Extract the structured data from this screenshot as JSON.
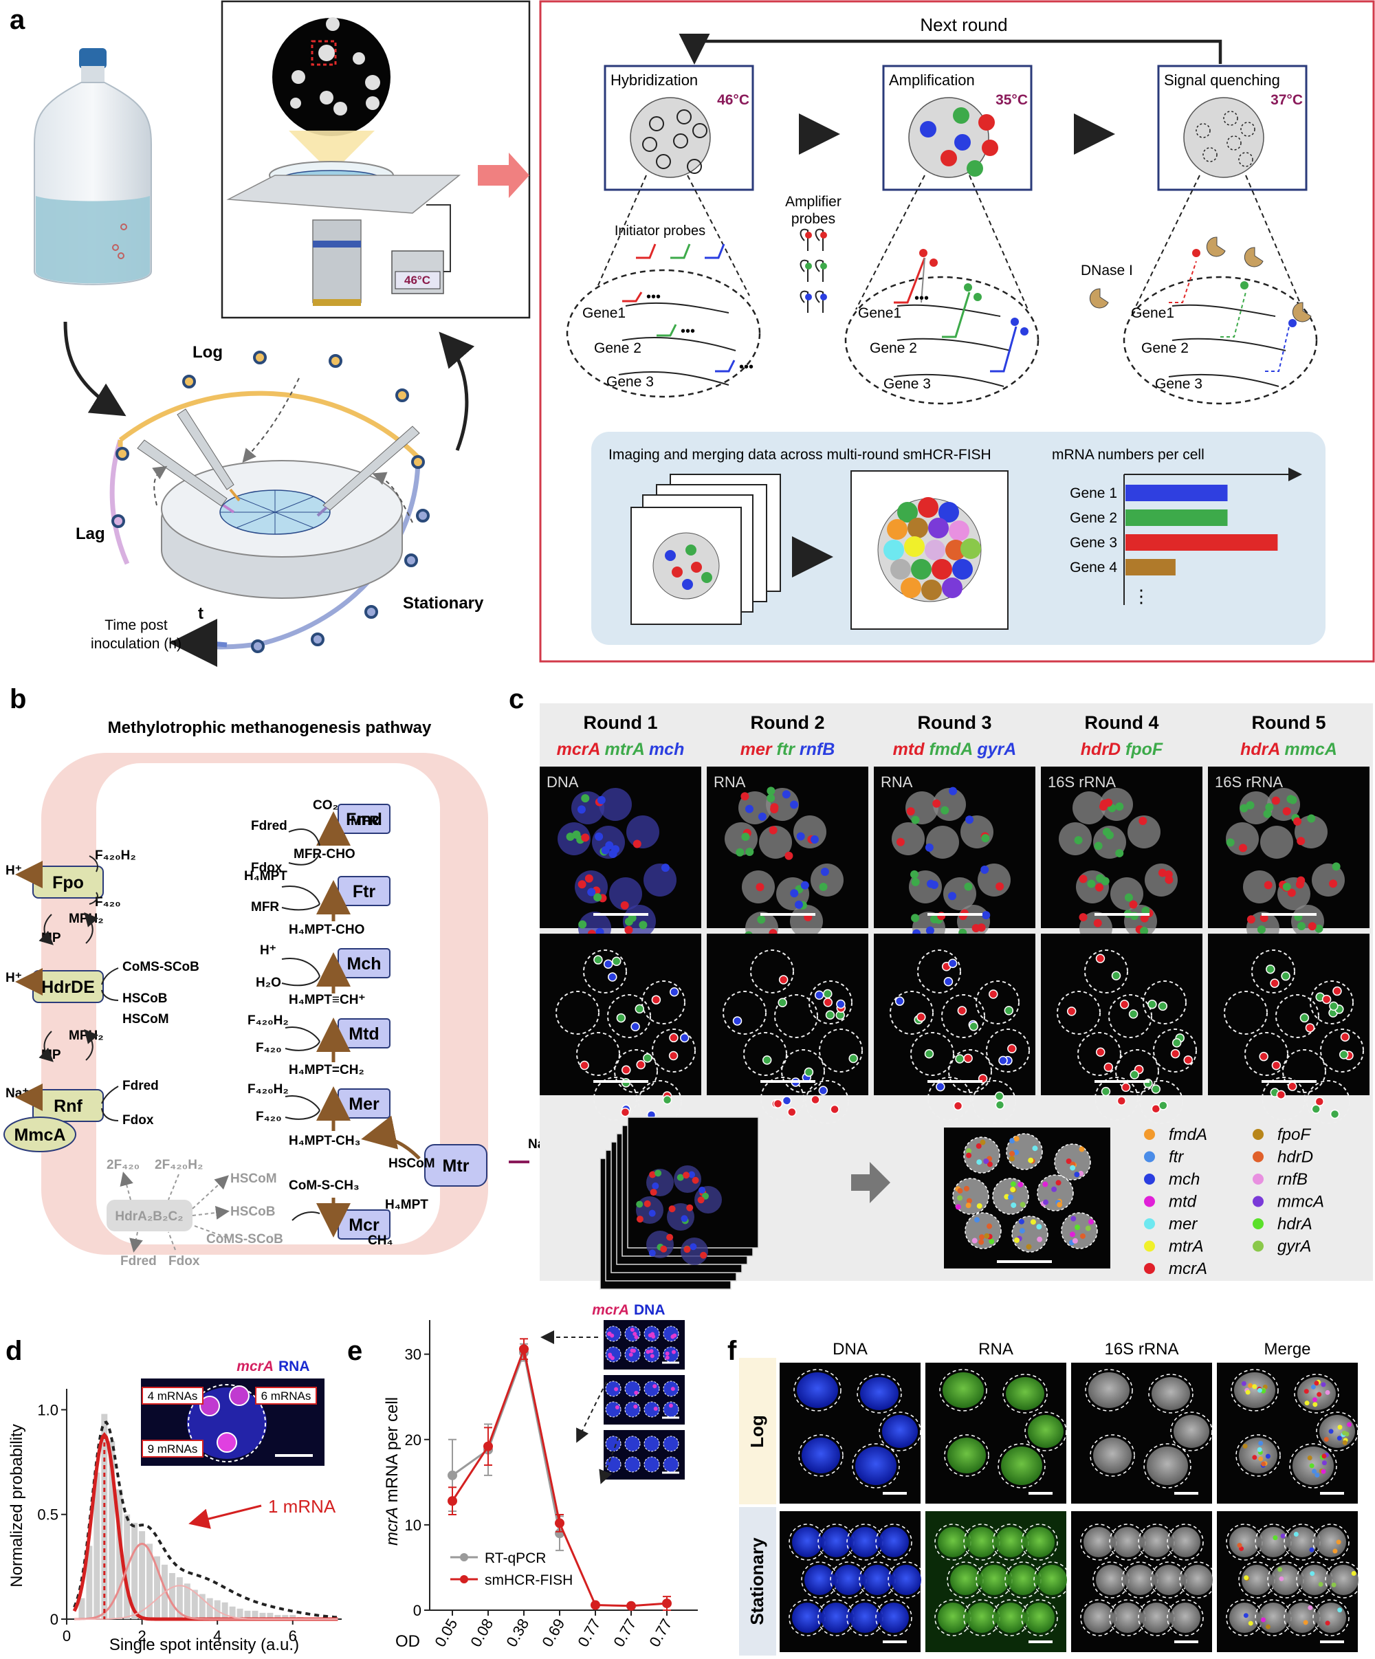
{
  "panels": {
    "a": "a",
    "b": "b",
    "c": "c",
    "d": "d",
    "e": "e",
    "f": "f"
  },
  "a": {
    "heater_temp": "46°C",
    "growth": {
      "log": "Log",
      "lag": "Lag",
      "stationary": "Stationary",
      "t": "t",
      "time_line1": "Time post",
      "time_line2": "inoculation (h)"
    },
    "next_round": "Next round",
    "steps": [
      {
        "title": "Hybridization",
        "temp": "46°C"
      },
      {
        "title": "Amplification",
        "temp": "35°C"
      },
      {
        "title": "Signal quenching",
        "temp": "37°C"
      }
    ],
    "initiator_probes": "Initiator probes",
    "amplifier_line1": "Amplifier",
    "amplifier_line2": "probes",
    "dnase": "DNase I",
    "genes": [
      "Gene1",
      "Gene 2",
      "Gene 3"
    ],
    "imaging_title": "Imaging and merging data across multi-round smHCR-FISH",
    "mrna_title": "mRNA numbers per cell",
    "bars": [
      {
        "label": "Gene 1",
        "value": 0.55,
        "color": "#2f3fe0"
      },
      {
        "label": "Gene 2",
        "value": 0.55,
        "color": "#3daa4a"
      },
      {
        "label": "Gene 3",
        "value": 0.82,
        "color": "#e02828"
      },
      {
        "label": "Gene 4",
        "value": 0.27,
        "color": "#b07a2a"
      }
    ],
    "ellipsis": "⋮"
  },
  "b": {
    "title": "Methylotrophic methanogenesis pathway",
    "enzymes": [
      "Fmd",
      "Ftr",
      "Mch",
      "Mtd",
      "Mer",
      "Mcr",
      "Mtr",
      "Fpo",
      "HdrDE",
      "Rnf",
      "MmcA"
    ],
    "compounds": {
      "co2": "CO₂",
      "mfr": "MFR",
      "fd_red": "Fdred",
      "fd_ox": "Fdox",
      "mfr_cho": "MFR-CHO",
      "h4mpt": "H₄MPT",
      "mfr2": "MFR",
      "h4mpt_cho": "H₄MPT-CHO",
      "h_plus": "H⁺",
      "h2o": "H₂O",
      "h4mpt_ch": "H₄MPT≡CH⁺",
      "f420h2": "F₄₂₀H₂",
      "f420": "F₄₂₀",
      "h4mpt_ch2": "H₄MPT=CH₂",
      "h4mpt_ch3": "H₄MPT-CH₃",
      "hscom": "HSCoM",
      "com_s_ch3": "CoM-S-CH₃",
      "ch4": "CH₄",
      "na_plus": "Na⁺",
      "h4mpt2": "H₄MPT",
      "mp": "MP",
      "mph2": "MPH₂",
      "coms_scob": "CoMS-SCoB",
      "hscob": "HSCoB",
      "hdr": "HdrA₂B₂C₂",
      "two_f420": "2F₄₂₀",
      "two_f420h2": "2F₄₂₀H₂"
    }
  },
  "c": {
    "rounds": [
      {
        "title": "Round 1",
        "genes": [
          {
            "n": "mcrA",
            "c": "#e0202a"
          },
          {
            "n": "mtrA",
            "c": "#3daa4a"
          },
          {
            "n": "mch",
            "c": "#2a3ee0"
          }
        ],
        "stain": "DNA"
      },
      {
        "title": "Round 2",
        "genes": [
          {
            "n": "mer",
            "c": "#e0202a"
          },
          {
            "n": "ftr",
            "c": "#3daa4a"
          },
          {
            "n": "rnfB",
            "c": "#2a3ee0"
          }
        ],
        "stain": "RNA"
      },
      {
        "title": "Round 3",
        "genes": [
          {
            "n": "mtd",
            "c": "#e0202a"
          },
          {
            "n": "fmdA",
            "c": "#3daa4a"
          },
          {
            "n": "gyrA",
            "c": "#2a3ee0"
          }
        ],
        "stain": "RNA"
      },
      {
        "title": "Round 4",
        "genes": [
          {
            "n": "hdrD",
            "c": "#e0202a"
          },
          {
            "n": "fpoF",
            "c": "#3daa4a"
          }
        ],
        "stain": "16S rRNA"
      },
      {
        "title": "Round 5",
        "genes": [
          {
            "n": "hdrA",
            "c": "#e0202a"
          },
          {
            "n": "mmcA",
            "c": "#3daa4a"
          }
        ],
        "stain": "16S rRNA"
      }
    ],
    "legend_left": [
      {
        "n": "fmdA",
        "c": "#f39a2c"
      },
      {
        "n": "ftr",
        "c": "#4a8ce8"
      },
      {
        "n": "mch",
        "c": "#2a3ee0"
      },
      {
        "n": "mtd",
        "c": "#e020d8"
      },
      {
        "n": "mer",
        "c": "#6ee8f0"
      },
      {
        "n": "mtrA",
        "c": "#f0f02a"
      },
      {
        "n": "mcrA",
        "c": "#e0202a"
      }
    ],
    "legend_right": [
      {
        "n": "fpoF",
        "c": "#b8861a"
      },
      {
        "n": "hdrD",
        "c": "#e0602a"
      },
      {
        "n": "rnfB",
        "c": "#e890e0"
      },
      {
        "n": "mmcA",
        "c": "#7a3ad8"
      },
      {
        "n": "hdrA",
        "c": "#5ae02a"
      },
      {
        "n": "gyrA",
        "c": "#8ac84a"
      }
    ]
  },
  "d": {
    "inset_gene": "mcrA",
    "inset_rna": "RNA",
    "callouts": [
      "4 mRNAs",
      "6 mRNAs",
      "9 mRNAs"
    ],
    "annotation": "1 mRNA",
    "xlabel": "Single spot intensity (a.u.)",
    "ylabel": "Normalized probability",
    "xticks": [
      "0",
      "2",
      "4",
      "6"
    ],
    "yticks": [
      "0",
      "0.5",
      "1.0"
    ]
  },
  "e": {
    "ylabel_gene": "mcrA",
    "ylabel_rest": " mRNA per cell",
    "inset_gene": "mcrA",
    "inset_dna": "DNA",
    "od_label": "OD",
    "yticks": [
      "0",
      "10",
      "20",
      "30"
    ],
    "legend": [
      "RT-qPCR",
      "smHCR-FISH"
    ]
  },
  "f": {
    "columns": [
      "DNA",
      "RNA",
      "16S rRNA",
      "Merge"
    ],
    "rows": [
      "Log",
      "Stationary"
    ]
  },
  "chart_data": [
    {
      "type": "line",
      "title": "",
      "xlabel": "OD",
      "ylabel": "mcrA mRNA per cell",
      "categories": [
        "0.05",
        "0.08",
        "0.38",
        "0.69",
        "0.77",
        "0.77",
        "0.77"
      ],
      "ylim": [
        0,
        34
      ],
      "series": [
        {
          "name": "RT-qPCR",
          "color": "#9a9a9a",
          "values": [
            15.8,
            18.8,
            30.2,
            9.0,
            null,
            null,
            null
          ],
          "error": [
            4.2,
            3.0,
            1.0,
            2.0,
            null,
            null,
            null
          ]
        },
        {
          "name": "smHCR-FISH",
          "color": "#d42020",
          "values": [
            12.8,
            19.2,
            30.6,
            10.2,
            0.6,
            0.5,
            0.8
          ],
          "error": [
            1.6,
            2.2,
            1.2,
            1.0,
            0.2,
            0.2,
            0.8
          ]
        }
      ]
    },
    {
      "type": "bar",
      "title": "",
      "xlabel": "Single spot intensity (a.u.)",
      "ylabel": "Normalized probability",
      "xlim": [
        0,
        7.3
      ],
      "ylim": [
        0,
        1.1
      ],
      "x": [
        0.4,
        0.6,
        0.8,
        1.0,
        1.2,
        1.4,
        1.6,
        1.8,
        2.0,
        2.2,
        2.4,
        2.6,
        2.8,
        3.0,
        3.2,
        3.4,
        3.6,
        3.8,
        4.0,
        4.2,
        4.4,
        4.6,
        4.8,
        5.0,
        5.2,
        5.4,
        5.6,
        5.8,
        6.0,
        6.2
      ],
      "values": [
        0.1,
        0.35,
        0.7,
        0.98,
        0.85,
        0.62,
        0.5,
        0.46,
        0.42,
        0.36,
        0.3,
        0.26,
        0.22,
        0.2,
        0.17,
        0.14,
        0.12,
        0.1,
        0.09,
        0.08,
        0.06,
        0.05,
        0.04,
        0.04,
        0.03,
        0.03,
        0.02,
        0.02,
        0.02,
        0.01
      ]
    }
  ]
}
